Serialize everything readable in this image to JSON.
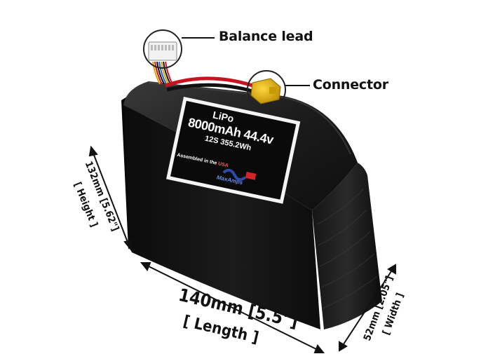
{
  "callouts": {
    "balance_lead": "Balance lead",
    "connector": "Connector"
  },
  "battery_label": {
    "chemistry": "LiPo",
    "capacity_voltage": "8000mAh 44.4v",
    "config_energy": "12S 355.2Wh",
    "assembled_prefix": "Assembled in the",
    "country": "USA",
    "logo_text": "MaxAmps"
  },
  "dimensions": {
    "length_value": "140mm [5.5\"]",
    "length_caption": "[ Length ]",
    "height_value": "132mm [5.62\"]",
    "height_caption": "[ Height ]",
    "width_value": "52mm [2.05\"]",
    "width_caption": "[ Width ]"
  },
  "colors": {
    "battery_body": "#111111",
    "lead_red": "#c8141e",
    "connector_yellow": "#e8b400",
    "label_bg": "#0a0a0a",
    "usa_red": "#d2232a",
    "logo_blue": "#2c4aa8"
  }
}
